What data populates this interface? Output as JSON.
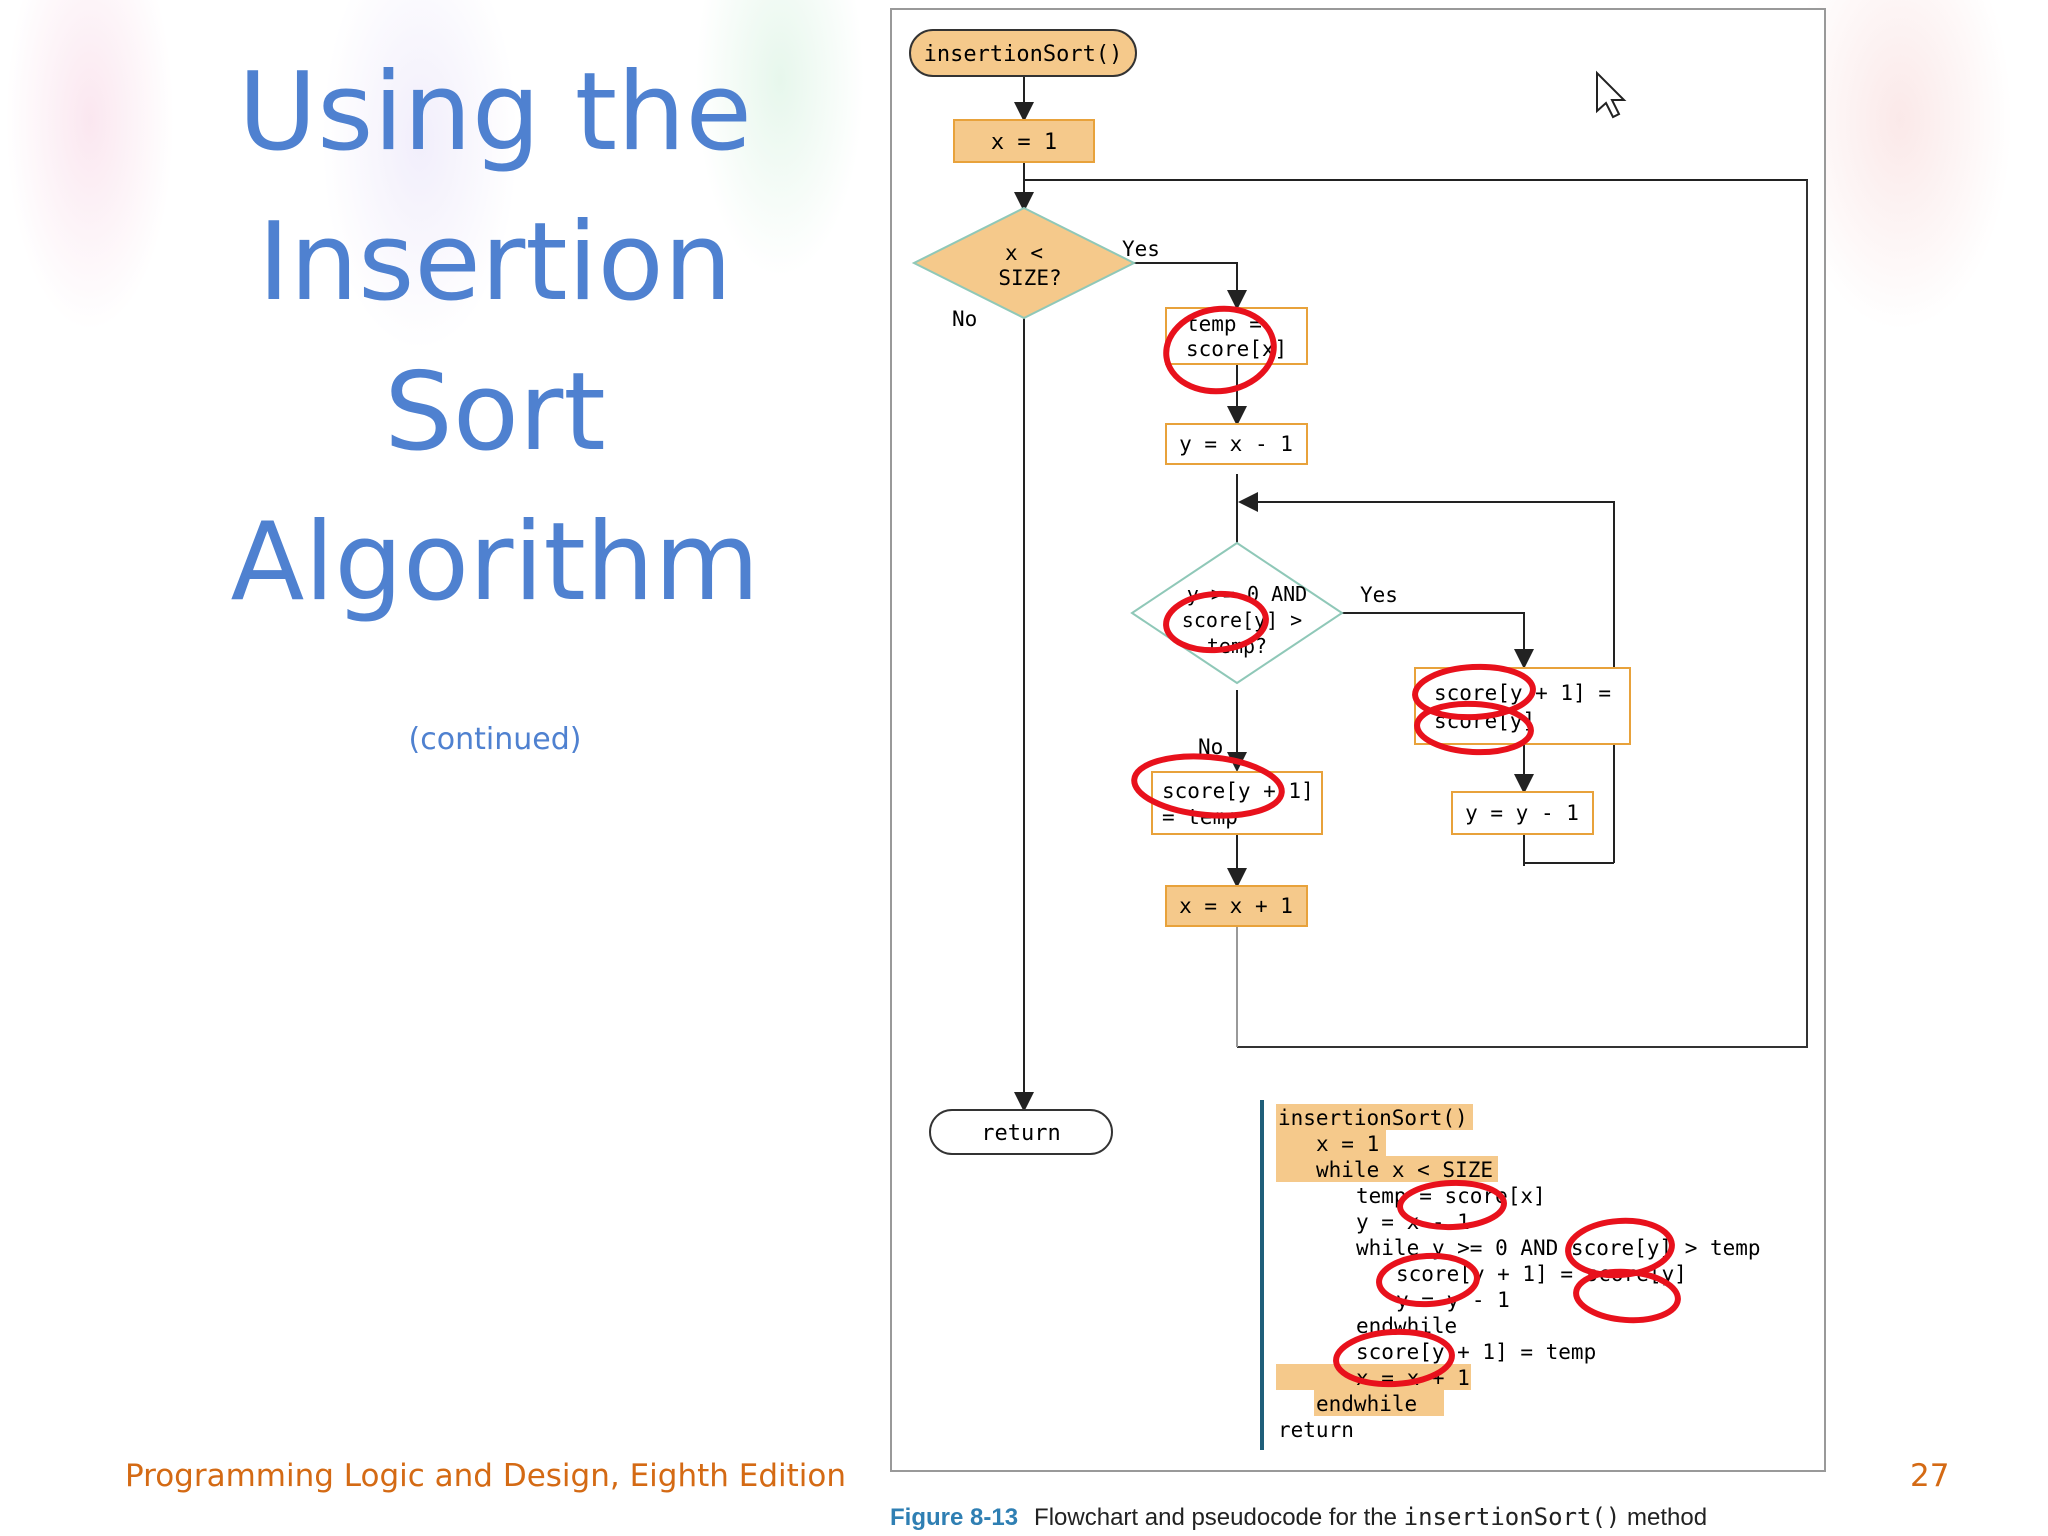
{
  "slide": {
    "title_lines": [
      "Using the",
      "Insertion Sort",
      "Algorithm"
    ],
    "title_suffix": "(continued)",
    "footer": "Programming Logic and Design, Eighth Edition",
    "page_number": "27"
  },
  "colors": {
    "title": "#4f81d0",
    "footer": "#d46a14",
    "box_fill": "#f5c98b",
    "box_border": "#e8a23b",
    "diamond_line": "#8fc8b8",
    "annotation": "#e8111c",
    "caption_accent": "#2f7fb3"
  },
  "flowchart": {
    "start": "insertionSort()",
    "init": "x = 1",
    "outer_condition": [
      "x <",
      "SIZE?"
    ],
    "yes": "Yes",
    "no": "No",
    "temp_assign": [
      "temp =",
      "score[x]"
    ],
    "y_init": "y = x - 1",
    "inner_condition": [
      "y >= 0 AND",
      "score[y] >",
      "temp?"
    ],
    "inner_yes": "Yes",
    "inner_no": "No",
    "shift": [
      "score[y + 1] =",
      "score[y]"
    ],
    "decrement": "y = y - 1",
    "insert": [
      "score[y + 1]",
      "= temp"
    ],
    "increment": "x = x + 1",
    "end": "return"
  },
  "pseudocode": [
    "insertionSort()",
    "x = 1",
    "while x < SIZE",
    "temp = score[x]",
    "y = x - 1",
    "while y >= 0 AND score[y] > temp",
    "score[y + 1] = score[y]",
    "y = y - 1",
    "endwhile",
    "score[y + 1] = temp",
    "x = x + 1",
    "endwhile",
    "return"
  ],
  "caption": {
    "figure": "Figure 8-13",
    "text": "Flowchart and pseudocode for the",
    "method": "insertionSort()",
    "suffix": "method"
  },
  "cursor_icon": "arrow-cursor-icon"
}
